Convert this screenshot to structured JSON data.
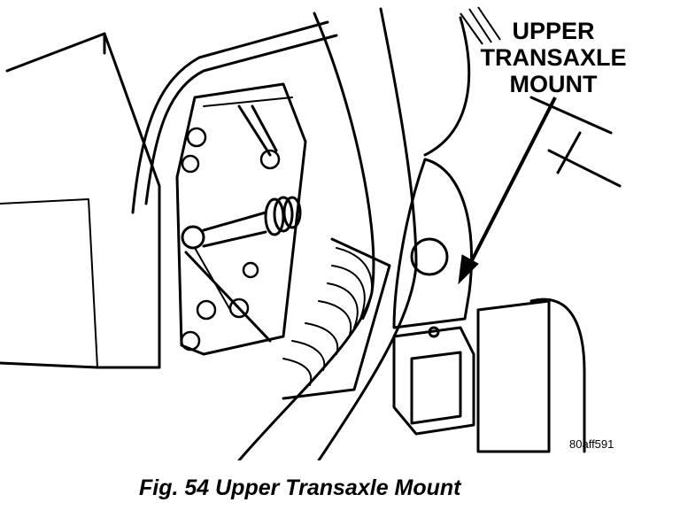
{
  "callout": {
    "line1": "UPPER",
    "line2": "TRANSAXLE",
    "line3": "MOUNT"
  },
  "reference_code": "80aff591",
  "caption": "Fig. 54 Upper Transaxle Mount"
}
